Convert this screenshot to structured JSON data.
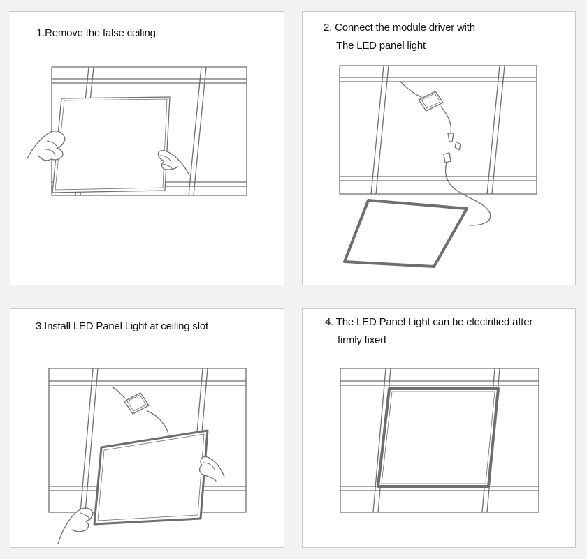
{
  "steps": [
    {
      "lines": [
        "1.Remove the false ceiling"
      ]
    },
    {
      "lines": [
        "2. Connect the module driver with",
        "The LED panel light"
      ]
    },
    {
      "lines": [
        "3.Install LED Panel Light at ceiling slot"
      ]
    },
    {
      "lines": [
        "4. The LED Panel Light can be electrified after",
        "firmly fixed"
      ]
    }
  ],
  "colors": {
    "line": "#6e6e6e",
    "panel_border": "#c8c8c8",
    "background": "#f2f2f2"
  }
}
